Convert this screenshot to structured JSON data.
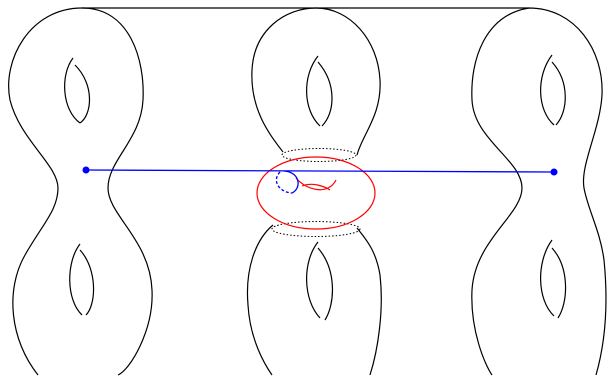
{
  "diagram": {
    "surfaces": [
      {
        "id": "left",
        "genus": 2
      },
      {
        "id": "middle",
        "genus": 2,
        "neck_curves": [
          "upper-neck",
          "lower-neck"
        ]
      },
      {
        "id": "right",
        "genus": 2
      }
    ],
    "marked_points": [
      "left-point",
      "right-point"
    ],
    "inserted_torus": {
      "genus": 1
    },
    "colors": {
      "surface": "#000000",
      "path": "#0000ff",
      "torus": "#ff0000",
      "neck_curve": "#000000"
    }
  }
}
